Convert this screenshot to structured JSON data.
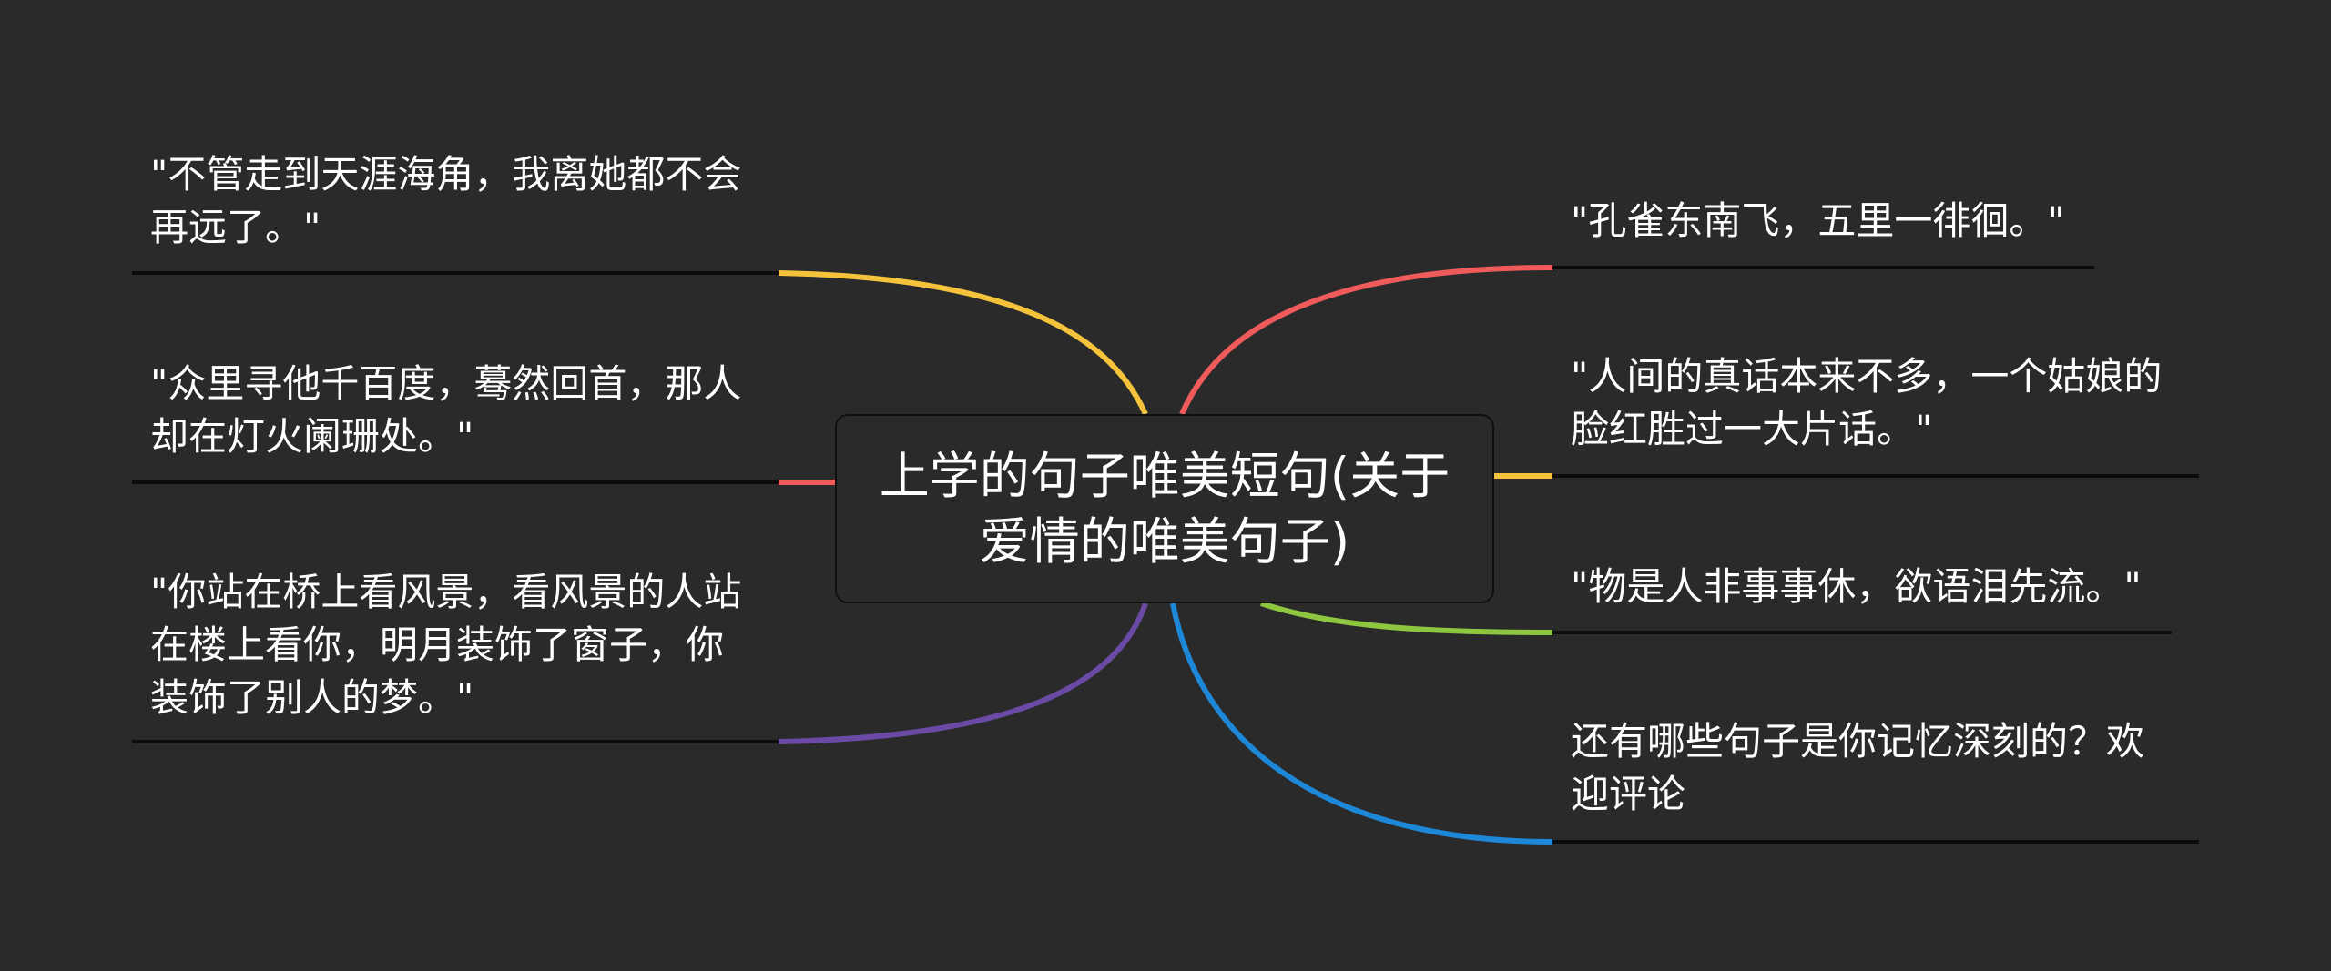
{
  "center": {
    "title_line1": "上学的句子唯美短句(关于",
    "title_line2": "爱情的唯美句子)"
  },
  "branches": {
    "left": [
      {
        "text": "\"不管走到天涯海角，我离她都不会\n再远了。\"",
        "color": "#f5c33b"
      },
      {
        "text": "\"众里寻他千百度，蓦然回首，那人\n却在灯火阑珊处。\"",
        "color": "#ef5a5a"
      },
      {
        "text": "\"你站在桥上看风景，看风景的人站\n在楼上看你，明月装饰了窗子，你\n装饰了别人的梦。\"",
        "color": "#6b4aa6"
      }
    ],
    "right": [
      {
        "text": "\"孔雀东南飞，五里一徘徊。\"",
        "color": "#ef5a5a"
      },
      {
        "text": "\"人间的真话本来不多，一个姑娘的\n脸红胜过一大片话。\"",
        "color": "#f5c33b"
      },
      {
        "text": "\"物是人非事事休，欲语泪先流。\"",
        "color": "#8dc63f"
      },
      {
        "text": "还有哪些句子是你记忆深刻的？欢\n迎评论",
        "color": "#1e88d8"
      }
    ]
  },
  "underline_color": "#0c0c0c"
}
